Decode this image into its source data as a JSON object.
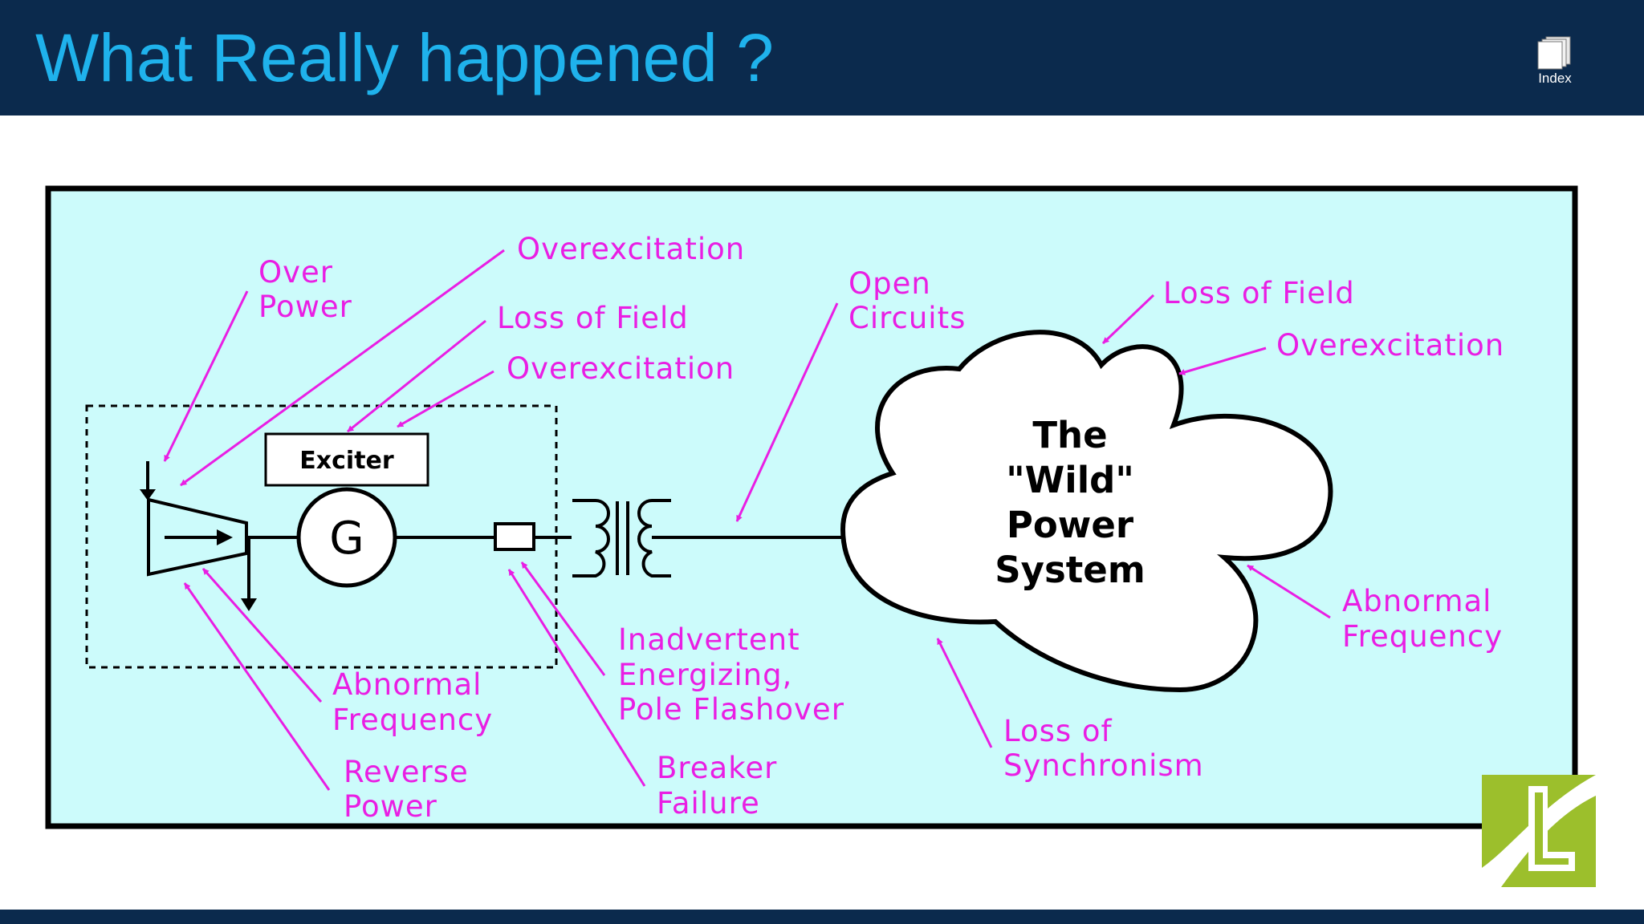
{
  "header": {
    "title": "What Really happened ?",
    "index_label": "Index",
    "background": "#0b2a4d",
    "title_color": "#1fb2ec"
  },
  "diagram": {
    "background": "#ccfbfb",
    "label_color": "#e91ee3",
    "exciter": "Exciter",
    "generator_symbol": "G",
    "cloud": {
      "line1": "The",
      "line2": "\"Wild\"",
      "line3": "Power",
      "line4": "System"
    },
    "labels": {
      "over_power_1": "Over",
      "over_power_2": "Power",
      "overexcitation_top": "Overexcitation",
      "loss_of_field_left": "Loss of Field",
      "overexcitation_left": "Overexcitation",
      "open_circuits_1": "Open",
      "open_circuits_2": "Circuits",
      "loss_of_field_right": "Loss of Field",
      "overexcitation_right": "Overexcitation",
      "abnormal_freq_right_1": "Abnormal",
      "abnormal_freq_right_2": "Frequency",
      "loss_of_sync_1": "Loss of",
      "loss_of_sync_2": "Synchronism",
      "inadvertent_1": "Inadvertent",
      "inadvertent_2": "Energizing,",
      "inadvertent_3": "Pole Flashover",
      "breaker_failure_1": "Breaker",
      "breaker_failure_2": "Failure",
      "abnormal_freq_left_1": "Abnormal",
      "abnormal_freq_left_2": "Frequency",
      "reverse_power_1": "Reverse",
      "reverse_power_2": "Power"
    }
  },
  "icons": {
    "index": "pages-stack-icon",
    "logo": "company-logo"
  },
  "logo_colors": [
    "#9cbf2c",
    "#ffffff"
  ]
}
